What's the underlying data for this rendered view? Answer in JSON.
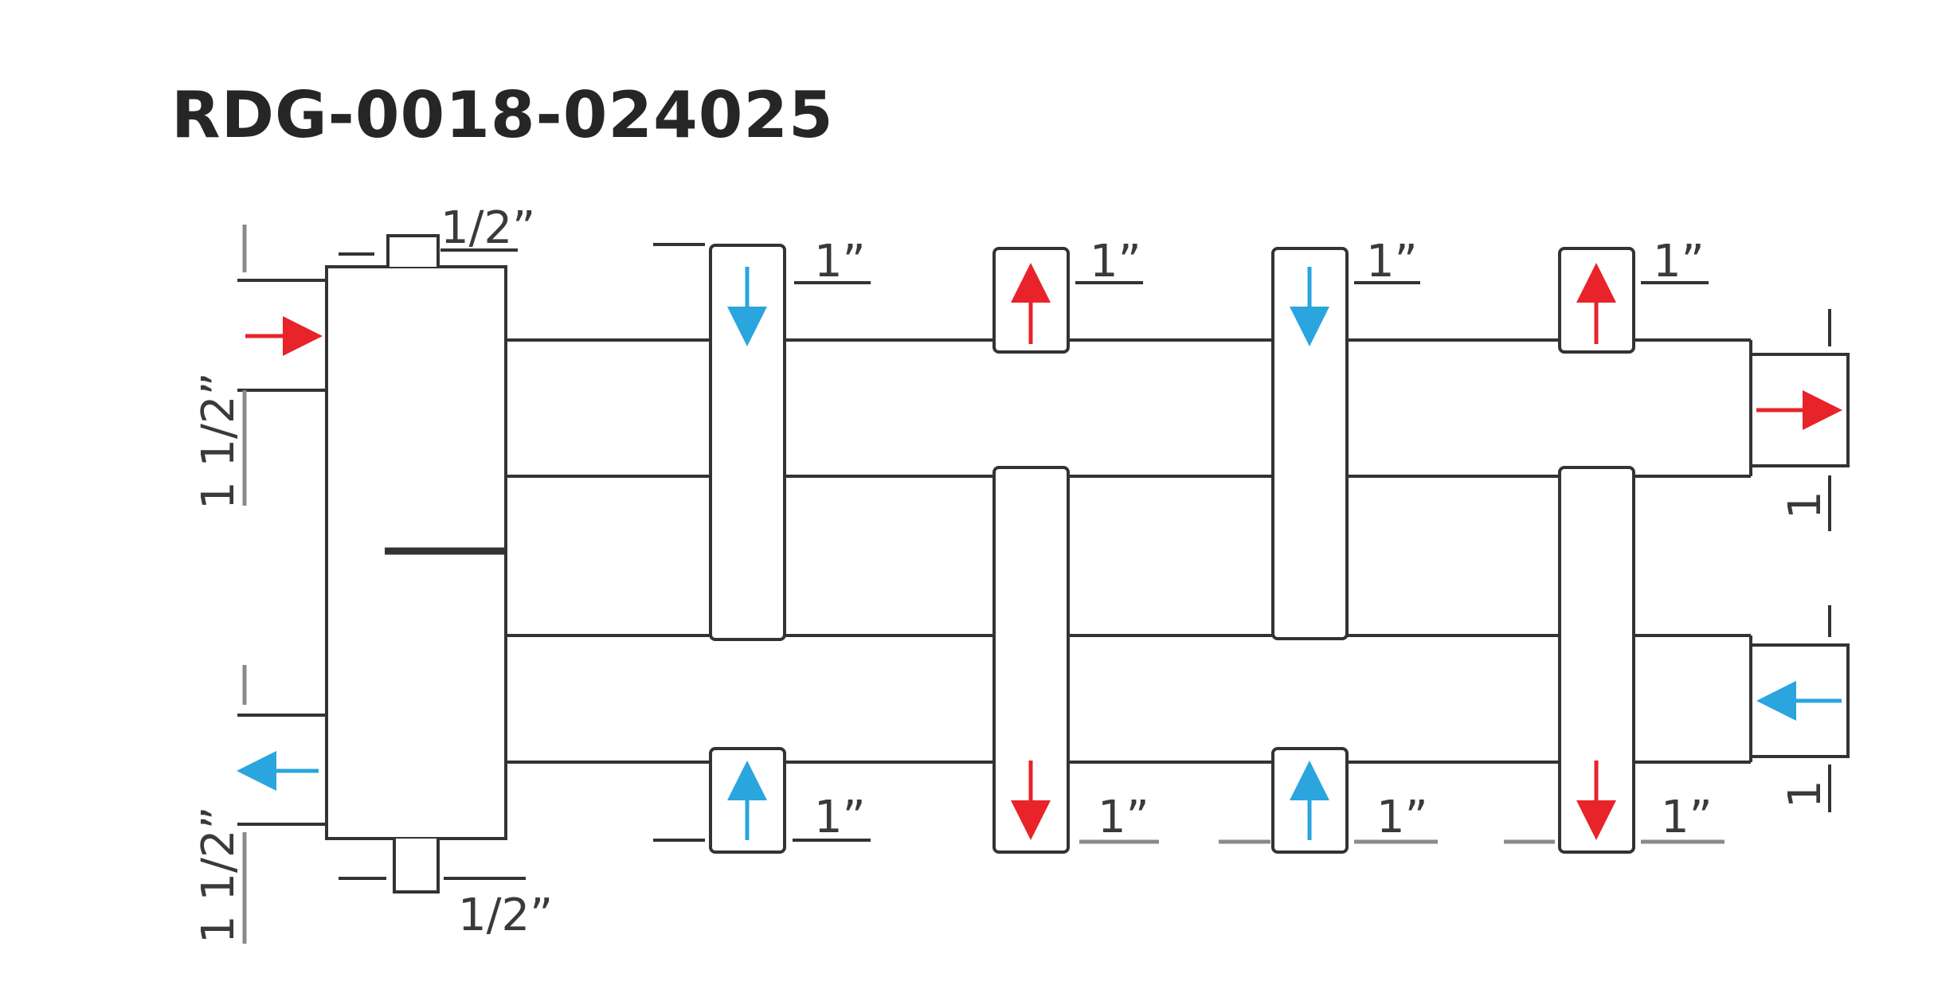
{
  "title": "RDG-0018-024025",
  "labels": {
    "sep_top": "1/2ˮ",
    "sep_bottom": "1/2ˮ",
    "left_top": "1 1/2ˮ",
    "left_bottom": "1 1/2ˮ",
    "right_top": "1",
    "right_bottom": "1",
    "top_1": "1ˮ",
    "top_2": "1ˮ",
    "top_3": "1ˮ",
    "top_4": "1ˮ",
    "bottom_1": "1ˮ",
    "bottom_2": "1ˮ",
    "bottom_3": "1ˮ",
    "bottom_4": "1ˮ"
  },
  "colors": {
    "supply": "#e8232a",
    "return": "#2aa5dd"
  }
}
